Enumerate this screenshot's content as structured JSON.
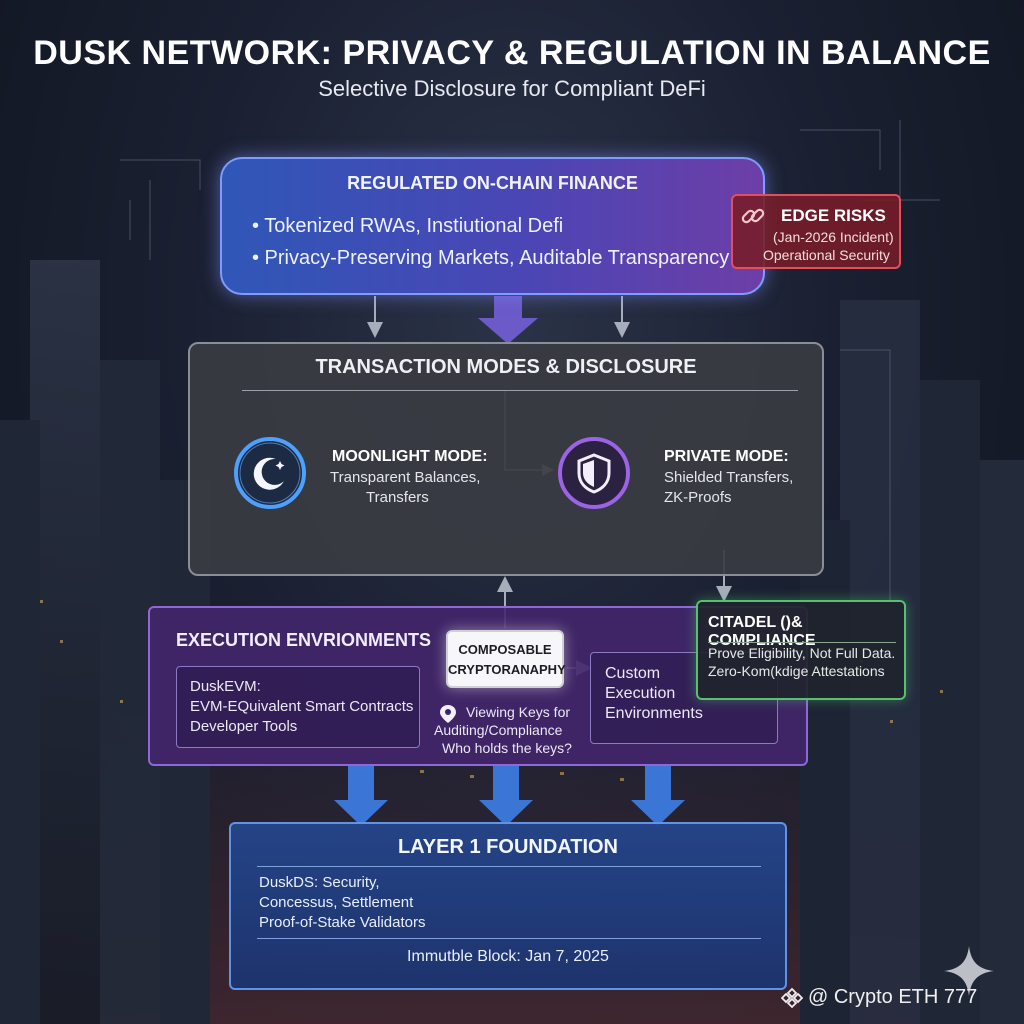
{
  "header": {
    "title": "DUSK NETWORK: PRIVACY & REGULATION IN BALANCE",
    "subtitle": "Selective Disclosure for Compliant DeFi"
  },
  "regulated": {
    "title": "REGULATED ON-CHAIN FINANCE",
    "bullet1": "• Tokenized RWAs, Instiutional Defi",
    "bullet2": "• Privacy-Preserving Markets, Auditable Transparency"
  },
  "edge_risks": {
    "icon": "link-icon",
    "title": "EDGE RISKS",
    "line1": "(Jan-2026 Incident)",
    "line2": "Operational Security"
  },
  "transaction": {
    "title": "TRANSACTION MODES & DISCLOSURE",
    "moonlight": {
      "icon": "moon-star-icon",
      "title": "MOONLIGHT MODE:",
      "line1": "Transparent Balances,",
      "line2": "Transfers"
    },
    "private": {
      "icon": "shield-icon",
      "title": "PRIVATE MODE:",
      "line1": "Shielded Transfers,",
      "line2": "ZK-Proofs"
    }
  },
  "execution": {
    "title": "EXECUTION ENVRIONMENTS",
    "evm": {
      "line1": "DuskEVM:",
      "line2": "EVM-EQuivalent Smart Contracts",
      "line3": "Developer Tools"
    },
    "composable": {
      "line1": "COMPOSABLE",
      "line2": "CRYPTORANAPHY"
    },
    "viewing_keys": {
      "icon": "key-pin-icon",
      "line1": "Viewing Keys for",
      "line2": "Auditing/Compliance",
      "line3": "Who holds the keys?"
    },
    "custom": {
      "line1": "Custom",
      "line2": "Execution",
      "line3": "Environments"
    }
  },
  "citadel": {
    "title": "CITADEL ()& COMPLIANCE",
    "line1": "Prove Eligibility, Not Full Data.",
    "line2": "Zero-Kom(kdige Attestations"
  },
  "layer1": {
    "title": "LAYER 1 FOUNDATION",
    "line1": "DuskDS: Security,",
    "line2": "Concessus, Settlement",
    "line3": "Proof-of-Stake Validators",
    "block": "Immutble Block: Jan 7, 2025"
  },
  "watermark": {
    "icon": "binance-diamond-icon",
    "text": "@ Crypto  ETH 777"
  },
  "colors": {
    "regulated_border": "#7f9bff",
    "edge_border": "#e0505c",
    "execution_border": "#8e68d8",
    "citadel_border": "#57c26c",
    "layer1_border": "#5f93e8",
    "arrow_blue": "#3b76d6",
    "connector_gray": "#a6adbb"
  }
}
